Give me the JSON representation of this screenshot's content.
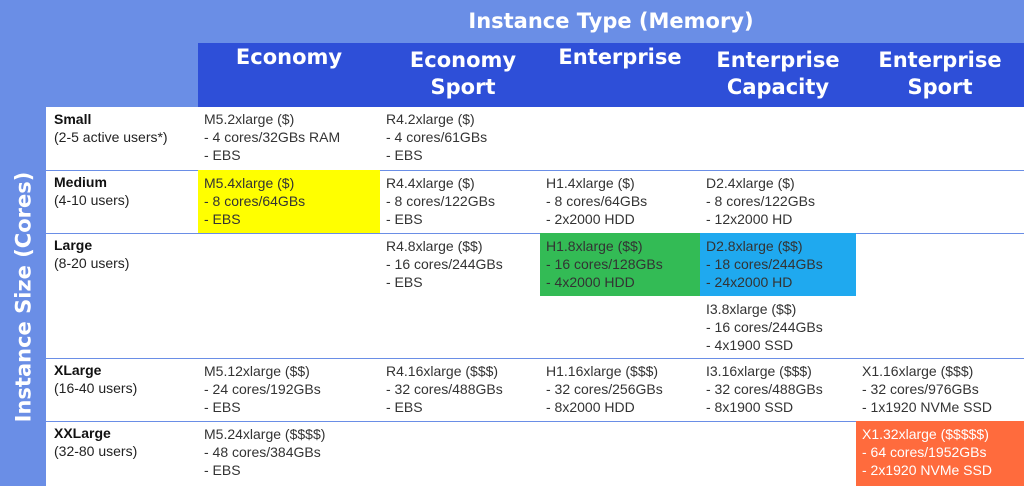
{
  "title": "Instance Type (Memory)",
  "side_title": "Instance Size (Cores)",
  "columns": [
    "Economy",
    "Economy\nSport",
    "Enterprise",
    "Enterprise\nCapacity",
    "Enterprise\nSport"
  ],
  "rows": [
    {
      "name": "Small",
      "users": "(2-5 active users*)"
    },
    {
      "name": "Medium",
      "users": "(4-10 users)"
    },
    {
      "name": "Large",
      "users": "(8-20 users)"
    },
    {
      "name": "XLarge",
      "users": "(16-40 users)"
    },
    {
      "name": "XXLarge",
      "users": "(32-80 users)"
    }
  ],
  "cells": {
    "small_economy": [
      "M5.2xlarge ($)",
      "- 4 cores/32GBs RAM",
      "- EBS"
    ],
    "small_economy_sport": [
      "R4.2xlarge ($)",
      "- 4 cores/61GBs",
      "- EBS"
    ],
    "medium_economy": [
      "M5.4xlarge ($)",
      "- 8 cores/64GBs",
      "- EBS"
    ],
    "medium_economy_sport": [
      "R4.4xlarge ($)",
      "- 8 cores/122GBs",
      "- EBS"
    ],
    "medium_enterprise": [
      "H1.4xlarge ($)",
      "- 8 cores/64GBs",
      "- 2x2000 HDD"
    ],
    "medium_enterprise_capacity": [
      "D2.4xlarge ($)",
      "- 8 cores/122GBs",
      "- 12x2000 HD"
    ],
    "large_economy_sport": [
      "R4.8xlarge ($$)",
      "- 16 cores/244GBs",
      "- EBS"
    ],
    "large_enterprise": [
      "H1.8xlarge ($$)",
      "- 16 cores/128GBs",
      "- 4x2000 HDD"
    ],
    "large_enterprise_capacity": [
      "D2.8xlarge ($$)",
      "- 18 cores/244GBs",
      "- 24x2000 HD"
    ],
    "large_enterprise_capacity_2": [
      "I3.8xlarge ($$)",
      "- 16 cores/244GBs",
      "- 4x1900 SSD"
    ],
    "xlarge_economy": [
      "M5.12xlarge ($$)",
      "- 24 cores/192GBs",
      "- EBS"
    ],
    "xlarge_economy_sport": [
      "R4.16xlarge ($$$)",
      "- 32 cores/488GBs",
      "- EBS"
    ],
    "xlarge_enterprise": [
      "H1.16xlarge ($$$)",
      "- 32 cores/256GBs",
      "- 8x2000 HDD"
    ],
    "xlarge_enterprise_capacity": [
      "I3.16xlarge ($$$)",
      "- 32 cores/488GBs",
      "- 8x1900 SSD"
    ],
    "xlarge_enterprise_sport": [
      "X1.16xlarge ($$$)",
      "- 32 cores/976GBs",
      "- 1x1920 NVMe SSD"
    ],
    "xxlarge_economy": [
      "M5.24xlarge ($$$$)",
      "- 48 cores/384GBs",
      "- EBS"
    ],
    "xxlarge_enterprise_sport": [
      "X1.32xlarge ($$$$$)",
      "- 64 cores/1952GBs",
      "- 2x1920 NVMe SSD"
    ]
  },
  "colors": {
    "frame": "#6a8ee6",
    "header": "#2e4fd8",
    "yellow": "#ffff00",
    "green": "#33bb55",
    "blue": "#1fa9ef",
    "orange": "#ff6b3d"
  }
}
